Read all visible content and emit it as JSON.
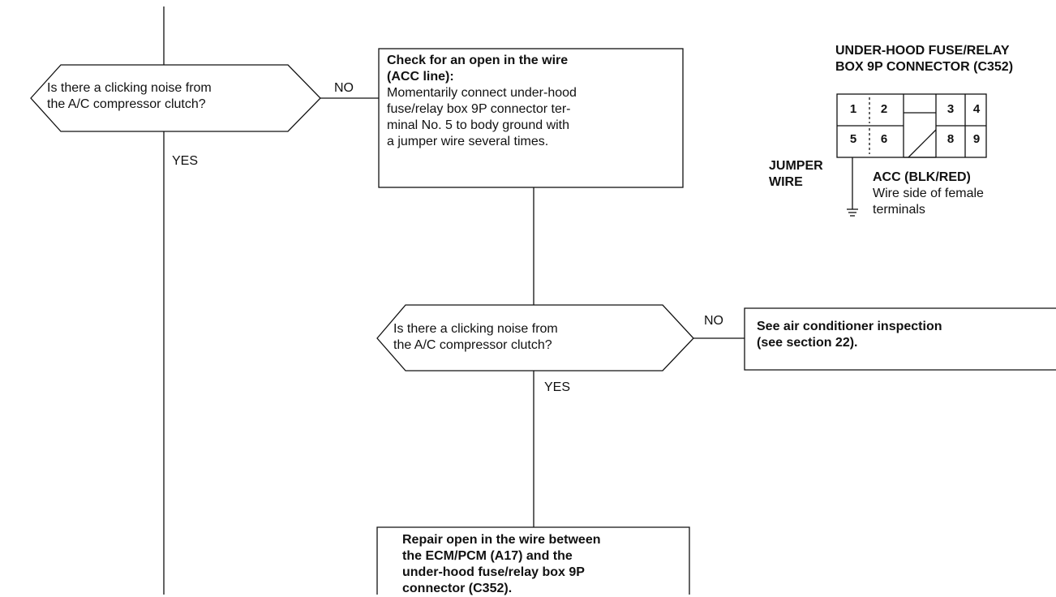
{
  "decision1": {
    "line1": "Is there a clicking noise from",
    "line2": "the A/C compressor clutch?",
    "no_label": "NO",
    "yes_label": "YES"
  },
  "box_check": {
    "title1": "Check for an open in the wire",
    "title2": "(ACC line):",
    "body": [
      "Momentarily connect under-hood",
      "fuse/relay box 9P connector ter-",
      "minal No. 5 to body ground with",
      "a jumper wire several times."
    ]
  },
  "decision2": {
    "line1": "Is there a clicking noise from",
    "line2": "the A/C compressor clutch?",
    "no_label": "NO",
    "yes_label": "YES"
  },
  "box_see": {
    "line1": "See air conditioner inspection",
    "line2": "(see section 22)."
  },
  "box_repair": {
    "lines": [
      "Repair open in the wire between",
      "the ECM/PCM (A17) and the",
      "under-hood fuse/relay box 9P",
      "connector (C352)."
    ]
  },
  "connector": {
    "title1": "UNDER-HOOD FUSE/RELAY",
    "title2": "BOX 9P CONNECTOR (C352)",
    "terminals_top": [
      "1",
      "2",
      "3",
      "4"
    ],
    "terminals_bottom": [
      "5",
      "6",
      "8",
      "9"
    ],
    "jumper_label1": "JUMPER",
    "jumper_label2": "WIRE",
    "acc_label": "ACC (BLK/RED)",
    "note1": "Wire side of female",
    "note2": "terminals"
  }
}
